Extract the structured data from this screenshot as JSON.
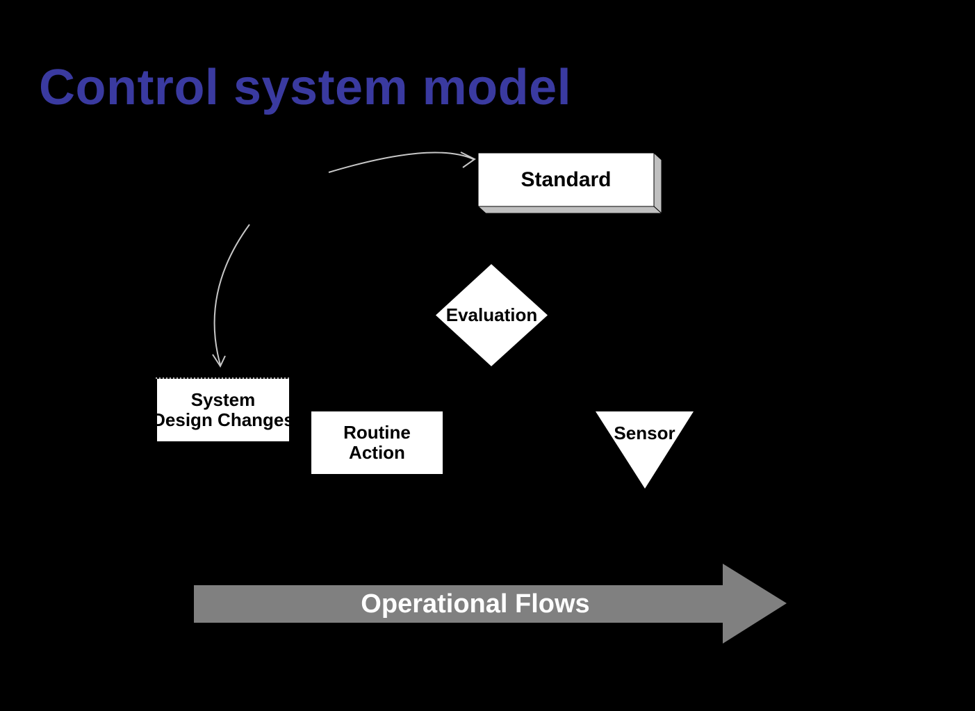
{
  "slide": {
    "title": "Control system model"
  },
  "nodes": {
    "standard": {
      "label": "Standard",
      "shape": "3d-extruded-rectangle"
    },
    "evaluation": {
      "label": "Evaluation",
      "shape": "diamond"
    },
    "system_design_changes": {
      "line1": "System",
      "line2": "Design Changes",
      "shape": "rectangle-dotted-top-edge"
    },
    "routine_action": {
      "line1": "Routine",
      "line2": "Action",
      "shape": "rectangle"
    },
    "sensor": {
      "label": "Sensor",
      "shape": "inverted-triangle"
    }
  },
  "connectors": {
    "curve_to_standard": {
      "style": "thin-curved-arrow",
      "direction": "up-right-into-standard"
    },
    "curve_to_system_design_changes": {
      "style": "thin-curved-arrow",
      "direction": "down-into-system-design-changes"
    }
  },
  "flow_arrow": {
    "label": "Operational Flows"
  },
  "colors": {
    "background": "#000000",
    "title_text": "#3a3aa0",
    "shape_fill": "#ffffff",
    "shape_text": "#000000",
    "extrusion_gray": "#c0c0c0",
    "flow_arrow_gray": "#808080",
    "flow_arrow_text": "#ffffff",
    "connector_gray": "#c8c8c8"
  }
}
